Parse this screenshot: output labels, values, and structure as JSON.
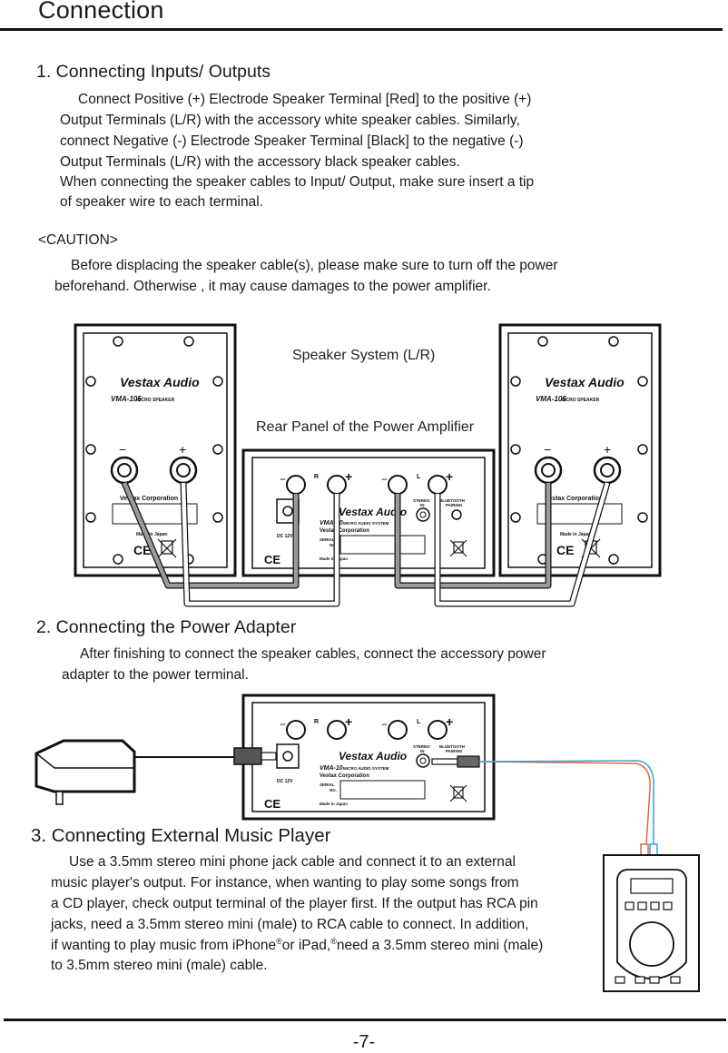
{
  "page": {
    "title": "Connection",
    "page_number": "-7-"
  },
  "section1": {
    "heading": "1. Connecting Inputs/ Outputs",
    "lines": [
      "Connect Positive (+) Electrode Speaker Terminal [Red] to the positive (+)",
      "Output Terminals (L/R) with the accessory white speaker cables.  Similarly,",
      "connect Negative (-) Electrode Speaker Terminal [Black] to the negative (-)",
      "Output Terminals (L/R) with the accessory black speaker cables.",
      "When connecting the speaker cables to Input/ Output, make sure insert a tip",
      "of speaker wire to each terminal."
    ],
    "caution_label": "<CAUTION>",
    "caution_lines": [
      "Before displacing the speaker cable(s), please make sure to turn off the power",
      "beforehand. Otherwise , it may cause damages to the power amplifier."
    ]
  },
  "diagram1": {
    "speaker_system_label": "Speaker System (L/R)",
    "rear_panel_label": "Rear Panel of the Power Amplifier",
    "speaker": {
      "brand": "Vestax Audio",
      "model": "VMA-105",
      "model_suffix": "MICRO SPEAKER",
      "corp": "Vestax Corporation",
      "made_in": "Made in Japan",
      "minus": "−",
      "plus": "+"
    },
    "amp": {
      "brand": "Vestax Audio",
      "model": "VMA-10",
      "model_suffix": "MICRO AUDIO SYSTEM",
      "corp": "Vestax Corporation",
      "serial": "SERIAL",
      "serial_no": "NO.",
      "made_in": "Made in Japan",
      "channel_r": "R",
      "channel_l": "L",
      "stereo_in": "STEREO",
      "stereo_in2": "IN",
      "bluetooth": "BLUETOOTH",
      "pairing": "PAIRING",
      "dc": "DC 12V"
    }
  },
  "section2": {
    "heading": "2. Connecting the Power Adapter",
    "lines": [
      "After finishing to connect the speaker cables, connect the accessory power",
      "adapter to the power terminal."
    ]
  },
  "section3": {
    "heading": "3. Connecting External Music Player",
    "lines": [
      "Use a 3.5mm stereo mini phone jack cable and connect it to an external",
      "music player's output. For instance, when wanting to play some songs from",
      "a CD player, check output terminal of the player first. If the output has RCA pin",
      "jacks, need a 3.5mm stereo mini (male) to RCA cable to connect. In addition,",
      "to 3.5mm stereo mini (male) cable."
    ],
    "line6_a": "if wanting to play music from iPhone",
    "line6_b": "or iPad,",
    "line6_c": "need a 3.5mm stereo mini (male)",
    "registered": "®"
  },
  "colors": {
    "cable_gray": "#9a9a9a",
    "cable_white": "#ffffff",
    "rca_red": "#e06a3a",
    "rca_blue": "#3aa0e0"
  }
}
